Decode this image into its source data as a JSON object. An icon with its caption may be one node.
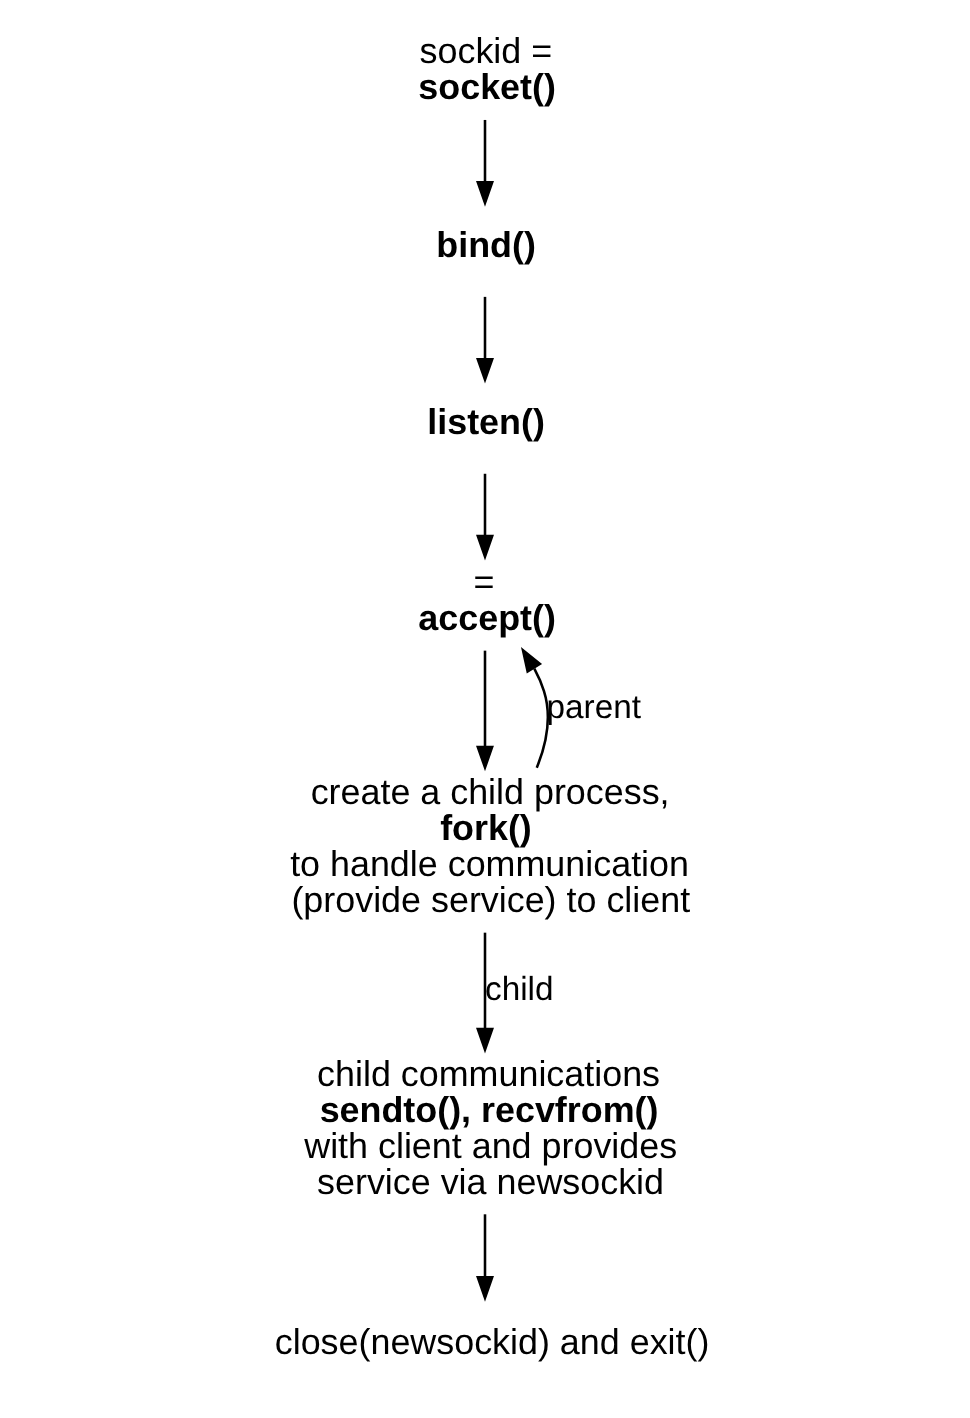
{
  "diagram": {
    "nodes": [
      {
        "text": [
          "sockid = **socket()**"
        ]
      },
      {
        "text": [
          "**bind()**"
        ]
      },
      {
        "text": [
          "**listen()**"
        ]
      },
      {
        "text": [
          "= **accept()**"
        ]
      },
      {
        "text": [
          "create a child process, **fork()** to handle communication (provide service) to client"
        ]
      },
      {
        "text": [
          "child communications **sendto(), recvfrom()** with client and provides service via newsockid"
        ]
      },
      {
        "text": [
          "close(newsockid) and exit()"
        ]
      }
    ],
    "edges": [
      {
        "from": 0,
        "to": 1,
        "arrow": "to"
      },
      {
        "from": 1,
        "to": 2,
        "arrow": "to"
      },
      {
        "from": 2,
        "to": 3,
        "arrow": "to"
      },
      {
        "from": 3,
        "to": 4,
        "arrow": "to"
      },
      {
        "from": 4,
        "to": 5,
        "arrow": "to",
        "label": "child"
      },
      {
        "from": 4,
        "to": 3,
        "arrow": "to",
        "label": "parent"
      },
      {
        "from": 5,
        "to": 6,
        "arrow": "to"
      }
    ]
  }
}
